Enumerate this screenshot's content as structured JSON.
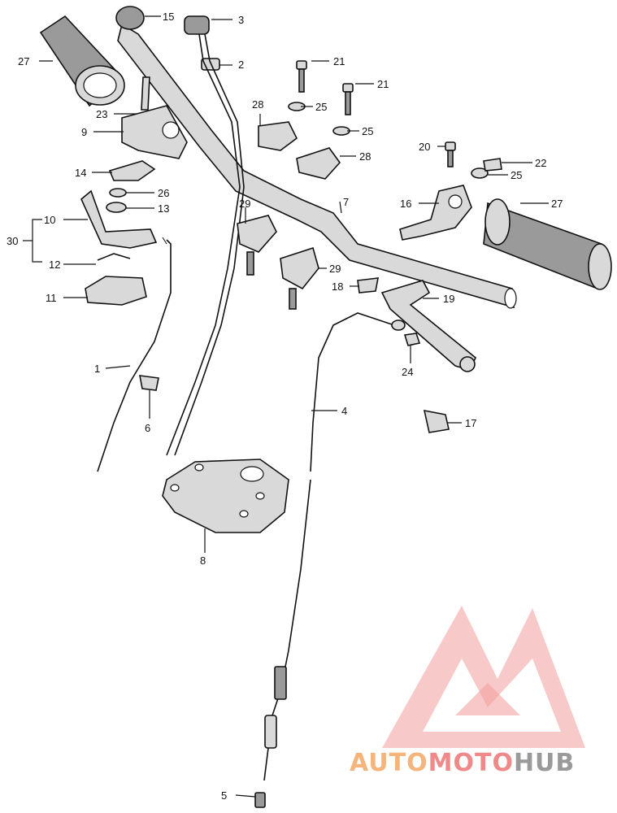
{
  "parts": {
    "p1": "1",
    "p2": "2",
    "p3": "3",
    "p4": "4",
    "p5": "5",
    "p6": "6",
    "p7": "7",
    "p8": "8",
    "p9": "9",
    "p10": "10",
    "p11": "11",
    "p12": "12",
    "p13": "13",
    "p14": "14",
    "p15": "15",
    "p16": "16",
    "p17": "17",
    "p18": "18",
    "p19": "19",
    "p20": "20",
    "p21": "21",
    "p22": "22",
    "p23": "23",
    "p24": "24",
    "p25": "25",
    "p26": "26",
    "p27": "27",
    "p28": "28",
    "p29": "29",
    "p30": "30"
  },
  "watermark": {
    "part1": "AUTO",
    "part2": "MOTO",
    "part3": "HUB",
    "colors": {
      "auto": "#f5b47c",
      "moto": "#f08a8a",
      "hub": "#9a9a9a",
      "logo": "#f08a8a"
    }
  }
}
